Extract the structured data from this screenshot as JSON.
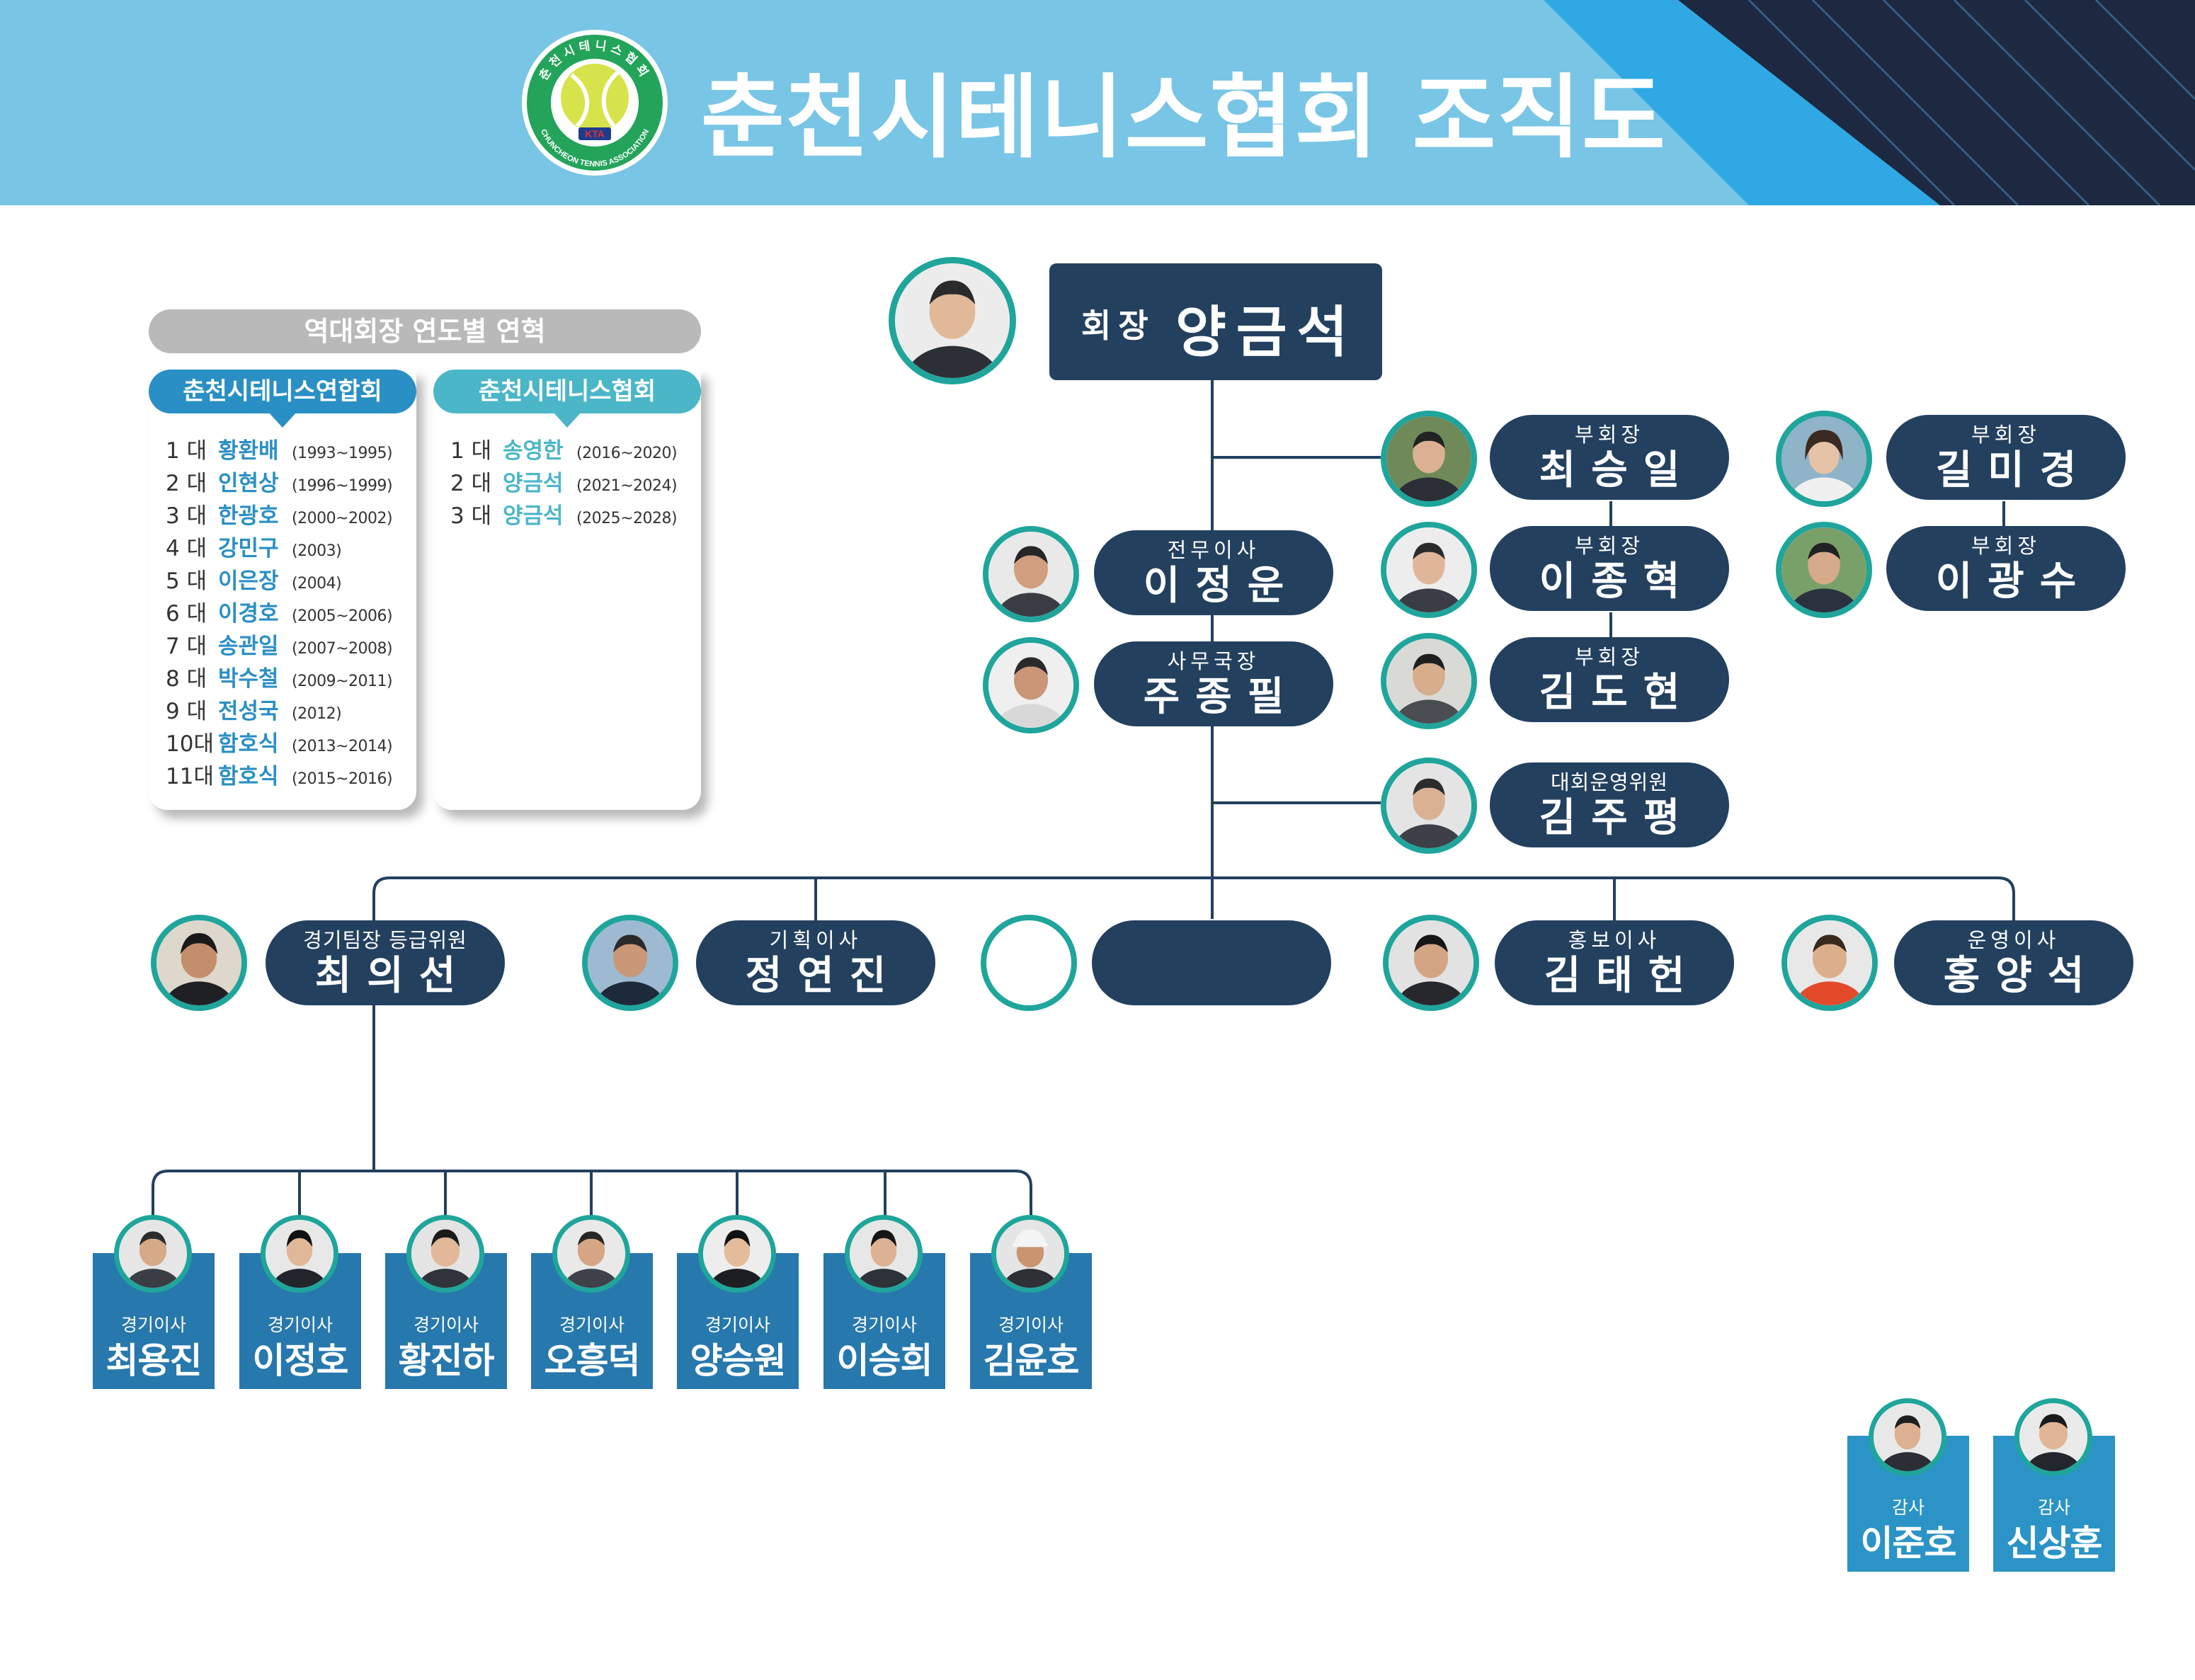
{
  "header": {
    "title": "춘천시테니스협회 조직도",
    "logo_text": "춘천시테니스협회",
    "logo_subtext": "CHUNCHEON TENNIS ASSOCIATION",
    "logo_badge": "KTA"
  },
  "history": {
    "title": "역대회장 연도별 연혁",
    "columns": [
      {
        "heading": "춘천시테니스연합회",
        "entries": [
          {
            "gen": "1 대",
            "name": "황환배",
            "years": "(1993~1995)"
          },
          {
            "gen": "2 대",
            "name": "인현상",
            "years": "(1996~1999)"
          },
          {
            "gen": "3 대",
            "name": "한광호",
            "years": "(2000~2002)"
          },
          {
            "gen": "4 대",
            "name": "강민구",
            "years": "(2003)"
          },
          {
            "gen": "5 대",
            "name": "이은장",
            "years": "(2004)"
          },
          {
            "gen": "6 대",
            "name": "이경호",
            "years": "(2005~2006)"
          },
          {
            "gen": "7 대",
            "name": "송관일",
            "years": "(2007~2008)"
          },
          {
            "gen": "8 대",
            "name": "박수철",
            "years": "(2009~2011)"
          },
          {
            "gen": "9 대",
            "name": "전성국",
            "years": "(2012)"
          },
          {
            "gen": "10대",
            "name": "함호식",
            "years": "(2013~2014)"
          },
          {
            "gen": "11대",
            "name": "함호식",
            "years": "(2015~2016)"
          }
        ]
      },
      {
        "heading": "춘천시테니스협회",
        "entries": [
          {
            "gen": "1 대",
            "name": "송영한",
            "years": "(2016~2020)"
          },
          {
            "gen": "2 대",
            "name": "양금석",
            "years": "(2021~2024)"
          },
          {
            "gen": "3 대",
            "name": "양금석",
            "years": "(2025~2028)"
          }
        ]
      }
    ]
  },
  "org": {
    "president": {
      "role": "회장",
      "name": "양금석"
    },
    "vice_presidents": [
      {
        "role": "부회장",
        "name": "최승일"
      },
      {
        "role": "부회장",
        "name": "이종혁"
      },
      {
        "role": "부회장",
        "name": "김도현"
      },
      {
        "role": "부회장",
        "name": "길미경"
      },
      {
        "role": "부회장",
        "name": "이광수"
      }
    ],
    "executive_director": {
      "role": "전무이사",
      "name": "이정운"
    },
    "secretary_general": {
      "role": "사무국장",
      "name": "주종필"
    },
    "tournament_committee": {
      "role": "대회운영위원",
      "name": "김주평"
    },
    "departments": [
      {
        "role": "경기팀장 등급위원",
        "name": "최의선"
      },
      {
        "role": "기획이사",
        "name": "정연진"
      },
      {
        "role": "",
        "name": ""
      },
      {
        "role": "홍보이사",
        "name": "김태헌"
      },
      {
        "role": "운영이사",
        "name": "홍양석"
      }
    ],
    "match_directors": [
      {
        "role": "경기이사",
        "name": "최용진"
      },
      {
        "role": "경기이사",
        "name": "이정호"
      },
      {
        "role": "경기이사",
        "name": "황진하"
      },
      {
        "role": "경기이사",
        "name": "오흥덕"
      },
      {
        "role": "경기이사",
        "name": "양승원"
      },
      {
        "role": "경기이사",
        "name": "이승희"
      },
      {
        "role": "경기이사",
        "name": "김윤호"
      }
    ],
    "auditors": [
      {
        "role": "감사",
        "name": "이준호"
      },
      {
        "role": "감사",
        "name": "신상훈"
      }
    ]
  },
  "colors": {
    "header_light": "#78c5e6",
    "header_mid": "#2fa8e3",
    "header_dark": "#1c2940",
    "navy": "#23405f",
    "teal_ring": "#1fa59b",
    "card_blue": "#2778ad",
    "auditor_blue": "#2b93c6",
    "history_blue": "#2a8fc4",
    "history_teal": "#4bb6c7"
  }
}
